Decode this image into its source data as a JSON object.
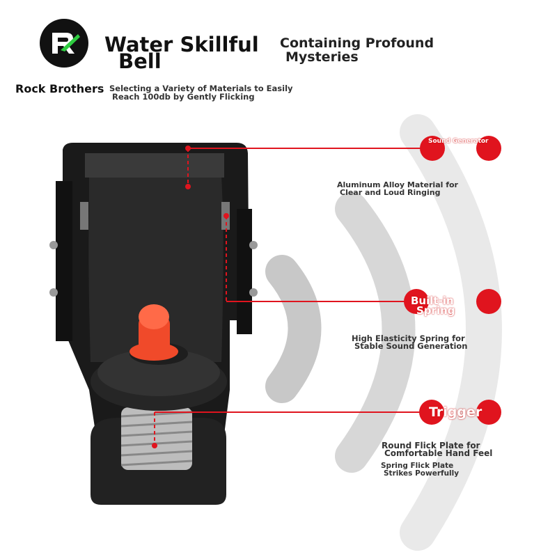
{
  "header": {
    "brand_name": "Rock Brothers",
    "title_line1": "Water Skillful",
    "title_line2": "Bell",
    "subtitle_line1": "Containing Profound",
    "subtitle_line2": "Mysteries",
    "tagline_line1": "Selecting a Variety of Materials to Easily",
    "tagline_line2": "Reach 100db by Gently Flicking"
  },
  "callouts": {
    "sound_generator": {
      "title": "Sound Generator",
      "desc_line1": "Aluminum Alloy Material for",
      "desc_line2": "Clear and Loud Ringing"
    },
    "spring": {
      "title_line1": "Built-in",
      "title_line2": "Spring",
      "desc_line1": "High Elasticity Spring for",
      "desc_line2": "Stable Sound Generation"
    },
    "trigger": {
      "title": "Trigger",
      "desc_line1": "Round Flick Plate for",
      "desc_line2": "Comfortable Hand Feel",
      "desc_line3": "Spring Flick Plate",
      "desc_line4": "Strikes Powerfully"
    }
  },
  "colors": {
    "accent_red": "#e0141e",
    "trigger_cap": "#f04a2a",
    "wave_gray": "#c8c8c8",
    "product_black": "#1a1a1a"
  },
  "icons": {
    "logo": "rock-brothers-logo-icon"
  }
}
